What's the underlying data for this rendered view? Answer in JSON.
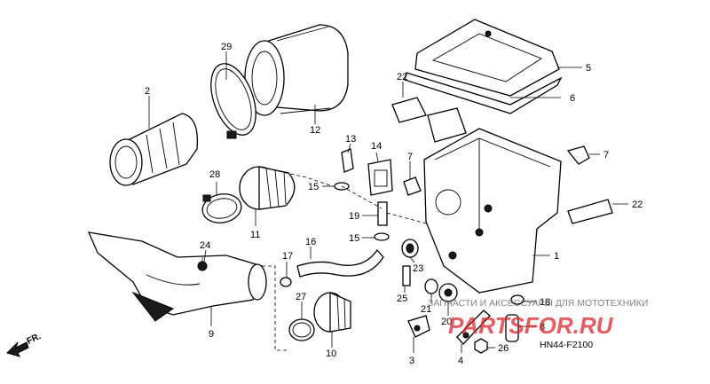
{
  "diagram": {
    "code": "HN44-F2100",
    "direction_label": "FR.",
    "watermark_text": "ЗАПЧАСТИ И АКСЕССУАРЫ ДЛЯ МОТОТЕХНИКИ",
    "watermark_logo": "PARTSFOR.RU",
    "part_numbers": {
      "p1": "1",
      "p2": "2",
      "p3": "3",
      "p4": "4",
      "p5": "5",
      "p6": "6",
      "p7a": "7",
      "p7b": "7",
      "p8": "8",
      "p9": "9",
      "p10": "10",
      "p11": "11",
      "p12": "12",
      "p13": "13",
      "p14": "14",
      "p15a": "15",
      "p15b": "15",
      "p16": "16",
      "p17": "17",
      "p18": "18",
      "p19": "19",
      "p20": "20",
      "p21": "21",
      "p22a": "22",
      "p22b": "22",
      "p23": "23",
      "p24": "24",
      "p25": "25",
      "p26": "26",
      "p27": "27",
      "p28": "28",
      "p29": "29"
    }
  },
  "colors": {
    "line": "#000000",
    "watermark": "#e0262b",
    "background": "#ffffff"
  }
}
